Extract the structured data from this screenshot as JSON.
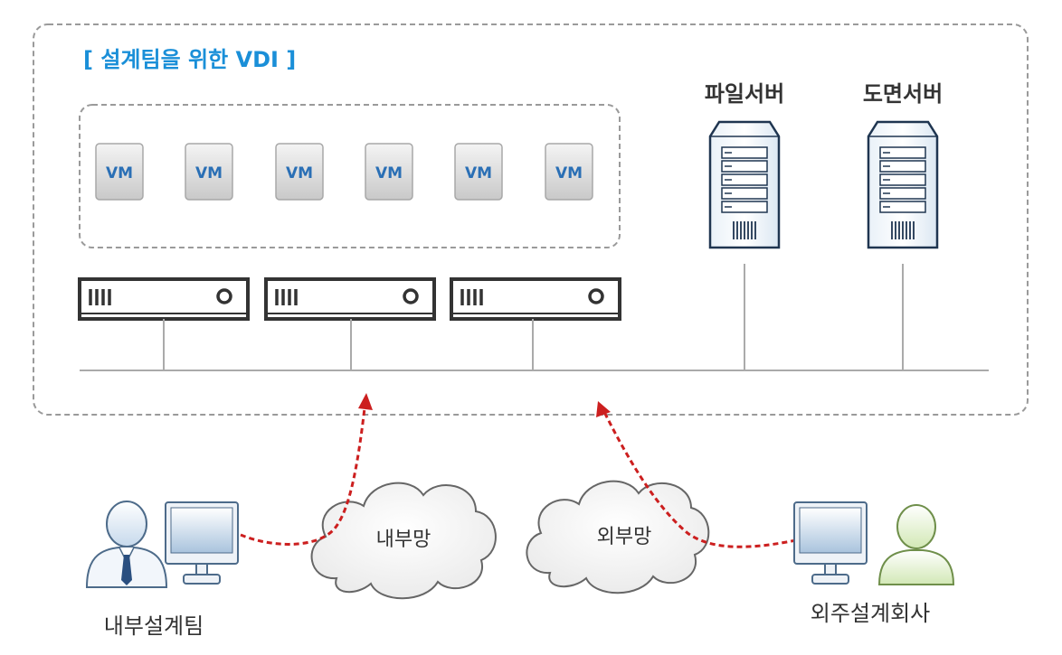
{
  "title": "[ 설계팀을 위한 VDI ]",
  "colors": {
    "title": "#1a8fd8",
    "vm_text": "#2a6fb5",
    "arrow": "#cc1f1f",
    "dash_border": "#999999",
    "network_line": "#aaaaaa"
  },
  "vms": [
    "VM",
    "VM",
    "VM",
    "VM",
    "VM",
    "VM"
  ],
  "host_servers_count": 3,
  "servers": [
    {
      "label": "파일서버",
      "icon": "file-server-icon"
    },
    {
      "label": "도면서버",
      "icon": "drawing-server-icon"
    }
  ],
  "clouds": [
    {
      "label": "내부망"
    },
    {
      "label": "외부망"
    }
  ],
  "users": [
    {
      "label": "내부설계팀",
      "icon": "business-user-icon"
    },
    {
      "label": "외주설계회사",
      "icon": "external-user-icon"
    }
  ]
}
